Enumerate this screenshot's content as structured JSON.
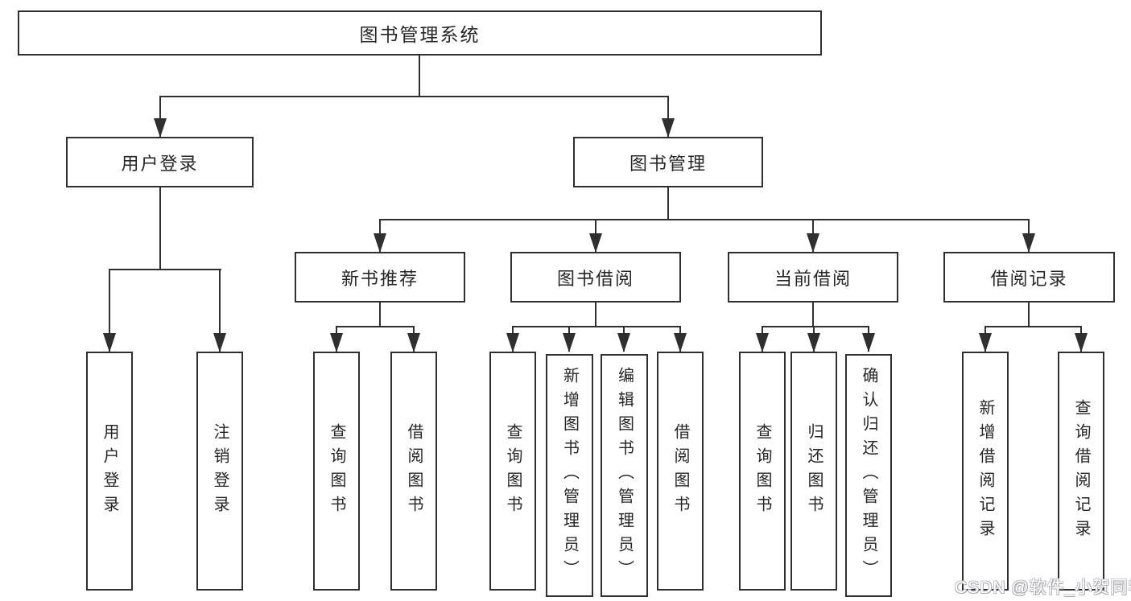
{
  "diagram": {
    "type": "hierarchy-tree",
    "tree": {
      "root": {
        "label": "图书管理系统"
      },
      "branches": [
        {
          "label": "用户登录",
          "children": [
            {
              "label": "用户登录"
            },
            {
              "label": "注销登录"
            }
          ]
        },
        {
          "label": "图书管理",
          "children": [
            {
              "label": "新书推荐",
              "children": [
                {
                  "label": "查询图书"
                },
                {
                  "label": "借阅图书"
                }
              ]
            },
            {
              "label": "图书借阅",
              "children": [
                {
                  "label": "查询图书"
                },
                {
                  "label": "新增图书（管理员）"
                },
                {
                  "label": "编辑图书（管理员）"
                },
                {
                  "label": "借阅图书"
                }
              ]
            },
            {
              "label": "当前借阅",
              "children": [
                {
                  "label": "查询图书"
                },
                {
                  "label": "归还图书"
                },
                {
                  "label": "确认归还（管理员）"
                }
              ]
            },
            {
              "label": "借阅记录",
              "children": [
                {
                  "label": "新增借阅记录"
                },
                {
                  "label": "查询借阅记录"
                }
              ]
            }
          ]
        }
      ]
    },
    "colors": {
      "line": "#2f2f2f",
      "text": "#262626",
      "background": "#ffffff"
    }
  },
  "watermark": {
    "text": "CSDN @软件_小贺同学",
    "color": "#b9b9be"
  }
}
